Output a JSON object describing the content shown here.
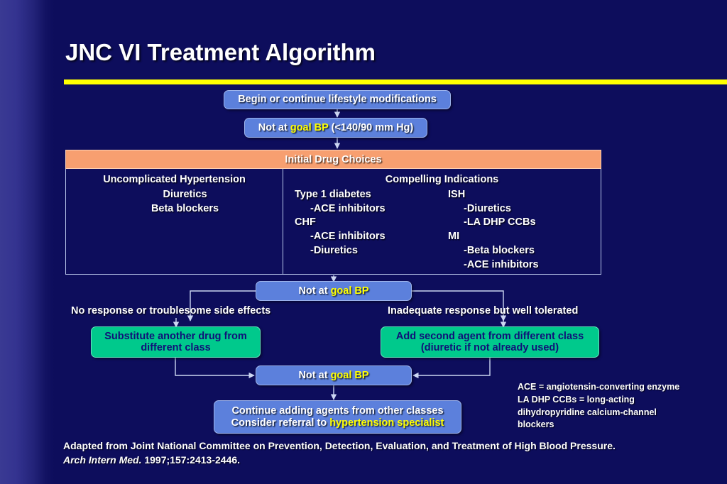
{
  "slide": {
    "title": "JNC VI Treatment Algorithm",
    "accent_rule_color": "#ffff00",
    "background_color": "#0d0d5c",
    "box_blue": "#5c80dc",
    "box_green": "#00c98c",
    "header_orange": "#f79f70",
    "highlight_color": "#ffff00"
  },
  "flow": {
    "start_box": "Begin or continue lifestyle modifications",
    "not_at_goal_1": {
      "pre": "Not at ",
      "highlight": "goal BP",
      "post": " (<140/90 mm Hg)"
    },
    "not_at_goal_2": {
      "pre": "Not at ",
      "highlight": "goal BP",
      "post": ""
    },
    "not_at_goal_3": {
      "pre": "Not at ",
      "highlight": "goal BP",
      "post": ""
    },
    "branch_left_label": "No response or troublesome side effects",
    "branch_right_label": "Inadequate response but well tolerated",
    "action_left_line1": "Substitute another drug from",
    "action_left_line2": "different class",
    "action_right_line1": "Add second agent from different class",
    "action_right_line2": "(diuretic if not already used)",
    "final_line1": "Continue adding agents from other classes",
    "final_line2_pre": "Consider referral to ",
    "final_line2_highlight": "hypertension specialist"
  },
  "drug_table": {
    "header": "Initial Drug Choices",
    "left_column": {
      "heading": "Uncomplicated Hypertension",
      "items": [
        "Diuretics",
        "Beta blockers"
      ]
    },
    "right_column": {
      "heading": "Compelling Indications",
      "group_a": [
        {
          "text": "Type 1 diabetes",
          "indent": false
        },
        {
          "text": "-ACE inhibitors",
          "indent": true
        },
        {
          "text": "CHF",
          "indent": false
        },
        {
          "text": "-ACE inhibitors",
          "indent": true
        },
        {
          "text": "-Diuretics",
          "indent": true
        }
      ],
      "group_b": [
        {
          "text": "ISH",
          "indent": false
        },
        {
          "text": "-Diuretics",
          "indent": true
        },
        {
          "text": "-LA DHP CCBs",
          "indent": true
        },
        {
          "text": "MI",
          "indent": false
        },
        {
          "text": "-Beta blockers",
          "indent": true
        },
        {
          "text": "-ACE inhibitors",
          "indent": true
        }
      ]
    }
  },
  "legend": {
    "line1": "ACE = angiotensin-converting enzyme",
    "line2": "LA DHP CCBs = long-acting",
    "line3": "dihydropyridine calcium-channel",
    "line4": "blockers"
  },
  "footnote": {
    "part1": "Adapted from Joint National Committee on Prevention, Detection, Evaluation, and Treatment of High Blood Pressure. ",
    "journal": "Arch Intern Med.",
    "part2": " 1997;157:2413-2446."
  }
}
